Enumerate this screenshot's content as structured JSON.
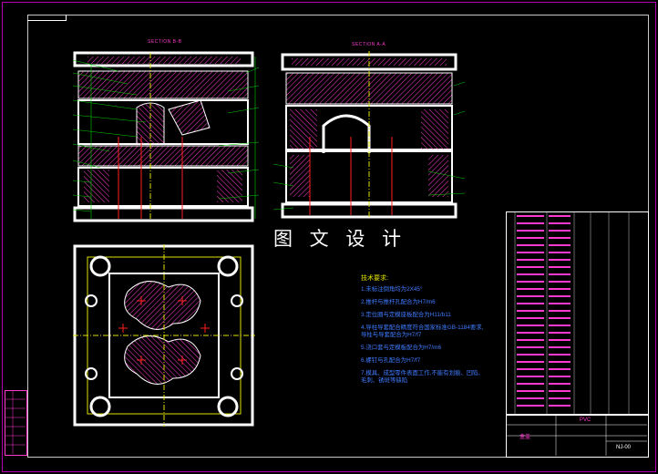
{
  "drawing": {
    "section_bb_label": "SECTION B-B",
    "section_aa_label": "SECTION A-A",
    "watermark": "图 文 设 计"
  },
  "notes": {
    "heading": "技术要求:",
    "items": [
      "1.未标注倒角均为2X45°",
      "2.推杆与推杆孔配合为H7/m6",
      "3.定位圈与定模座板配合为H11/b11",
      "4.导柱导套配合精度符合国家标准GB-1184要求,",
      "   导柱与导套配合为H7/f7",
      "5.浇口套与定模板配合为H7/m6",
      "6.螺钉与孔配合为H7/f7",
      "7.模具、成型零件表面工作,不能有划痕、凹陷、",
      "   毛刺、锈斑等缺陷"
    ]
  },
  "title_block": {
    "material": "PVC",
    "part_name": "盒盖",
    "drawing_no": "NJ-00"
  },
  "colors": {
    "outline": "#ffffff",
    "hatch": "#ff3ad0",
    "green": "#00d000",
    "yellow": "#e0e000",
    "cyan": "#00c8c8",
    "red": "#ff2020",
    "blue": "#3f7bff"
  }
}
